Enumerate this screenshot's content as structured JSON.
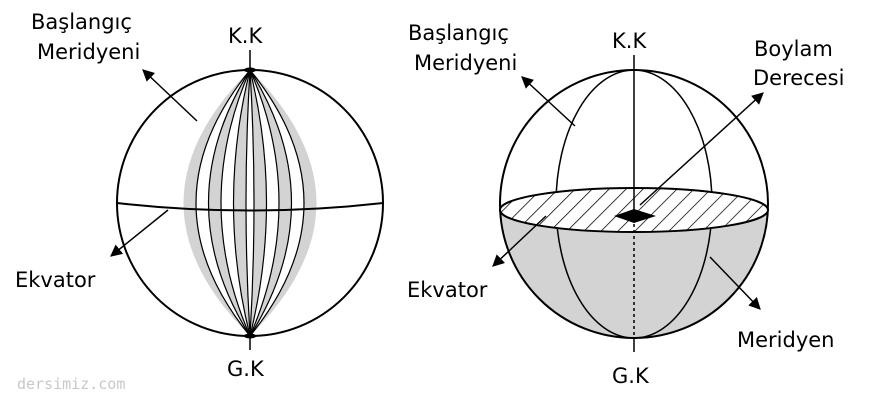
{
  "left_globe": {
    "start_meridian_label_line1": "Başlangıç",
    "start_meridian_label_line2": "Meridyeni",
    "north_pole_label": "K.K",
    "south_pole_label": "G.K",
    "equator_label": "Ekvator"
  },
  "right_globe": {
    "start_meridian_label_line1": "Başlangıç",
    "start_meridian_label_line2": "Meridyeni",
    "north_pole_label": "K.K",
    "south_pole_label": "G.K",
    "longitude_degree_label_line1": "Boylam",
    "longitude_degree_label_line2": "Derecesi",
    "equator_label": "Ekvator",
    "meridian_label": "Meridyen"
  },
  "watermark": "dersimiz.com",
  "colors": {
    "shade": "#d3d3d3",
    "line": "#000000",
    "watermark": "#c8c8c8"
  }
}
